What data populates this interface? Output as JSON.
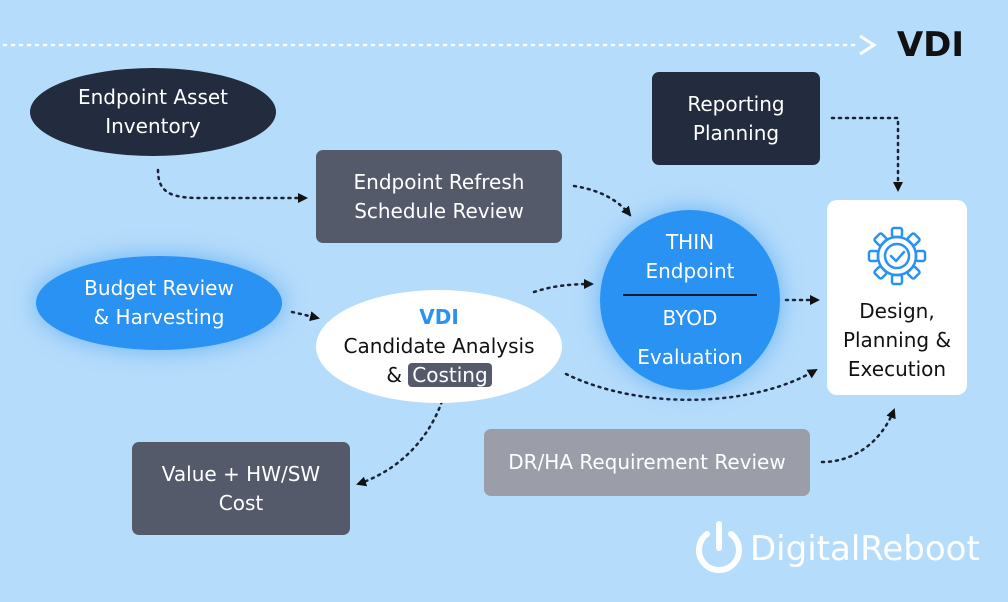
{
  "header": {
    "title": "VDI"
  },
  "nodes": {
    "asset_inventory": {
      "line1": "Endpoint Asset",
      "line2": "Inventory"
    },
    "reporting_planning": {
      "line1": "Reporting",
      "line2": "Planning"
    },
    "refresh_review": {
      "line1": "Endpoint Refresh",
      "line2": "Schedule Review"
    },
    "budget_review": {
      "line1": "Budget Review",
      "line2": "& Harvesting"
    },
    "vdi_candidate": {
      "title": "VDI",
      "line1": "Candidate Analysis",
      "line2_prefix": "&",
      "line2_highlight": "Costing"
    },
    "thin_endpoint": {
      "line1": "THIN",
      "line2": "Endpoint",
      "line3": "BYOD",
      "line4": "Evaluation"
    },
    "design": {
      "line1": "Design,",
      "line2": "Planning &",
      "line3": "Execution"
    },
    "value_cost": {
      "line1": "Value + HW/SW",
      "line2": "Cost"
    },
    "drha_review": {
      "label": "DR/HA Requirement Review"
    }
  },
  "brand": {
    "name": "DigitalReboot"
  },
  "colors": {
    "background": "#b6dcfb",
    "dark_navy": "#232b3e",
    "slate": "#545a6a",
    "light_gray": "#9b9ea8",
    "accent_blue": "#2a92f2",
    "white": "#ffffff"
  },
  "icons": {
    "gear": "gear-check-icon",
    "power": "power-icon"
  }
}
